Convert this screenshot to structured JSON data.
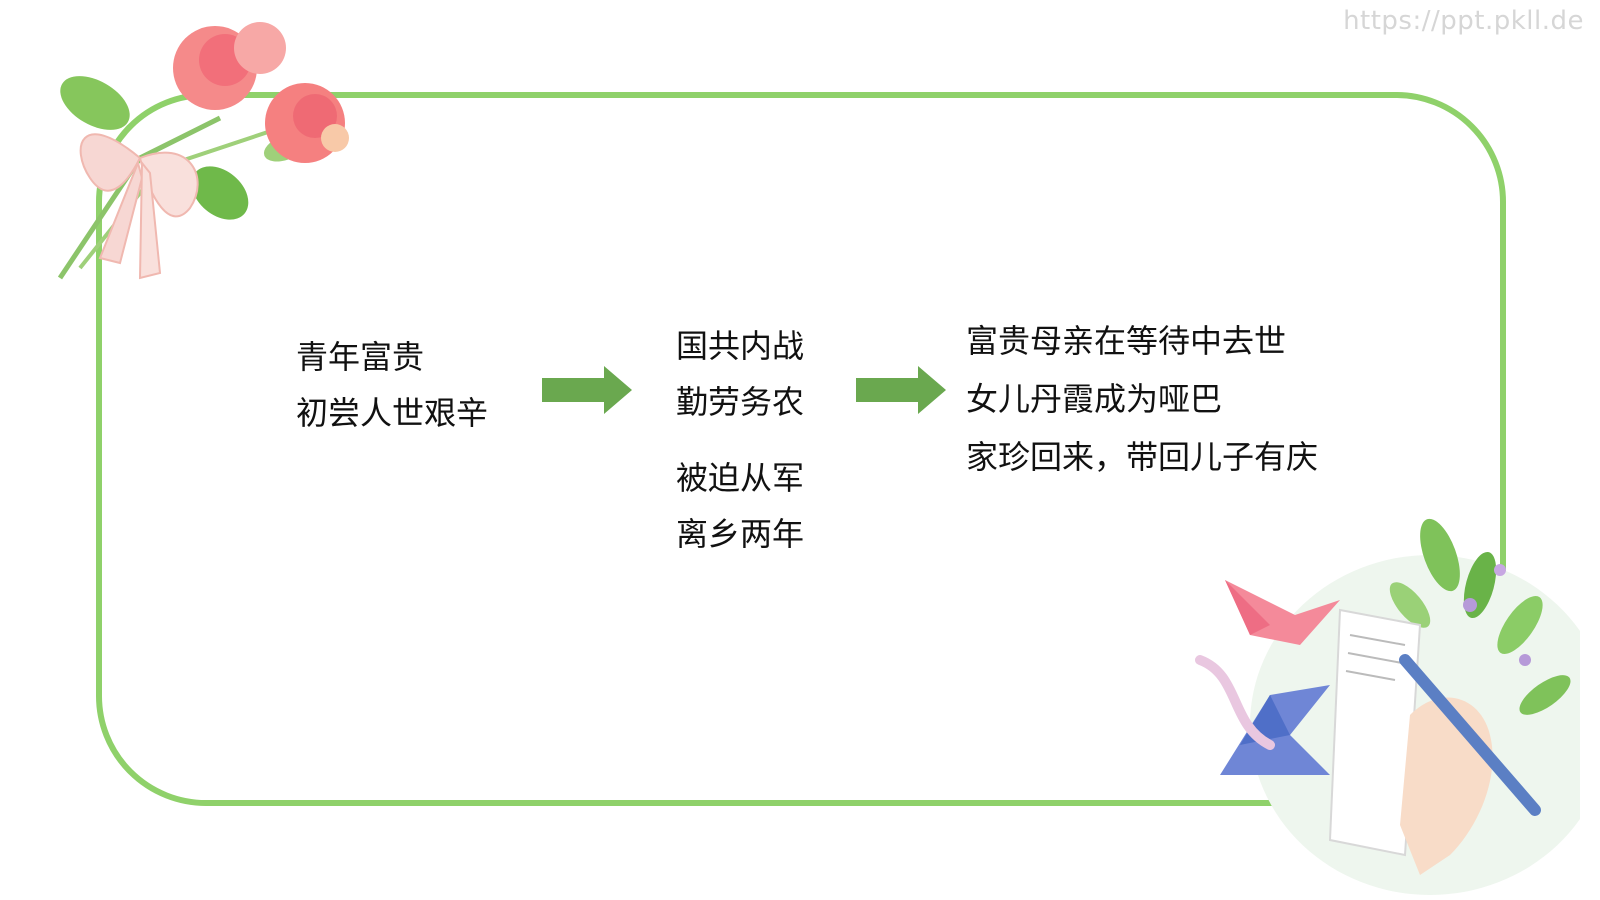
{
  "watermark": "https://ppt.pkll.de",
  "colors": {
    "frame": "#8fd16a",
    "arrow": "#6aa84f",
    "text": "#111111",
    "watermark": "#d6d6d6"
  },
  "stages": [
    {
      "lines": [
        "青年富贵",
        "初尝人世艰辛"
      ]
    },
    {
      "groups": [
        [
          "国共内战",
          "勤劳务农"
        ],
        [
          "被迫从军",
          "离乡两年"
        ]
      ]
    },
    {
      "lines": [
        "富贵母亲在等待中去世",
        "女儿丹霞成为哑巴",
        "家珍回来，带回儿子有庆"
      ]
    }
  ],
  "icons": {
    "top_left": "rose-bouquet-icon",
    "bottom_right": "paper-cranes-letter-icon",
    "arrow": "right-arrow-icon"
  }
}
